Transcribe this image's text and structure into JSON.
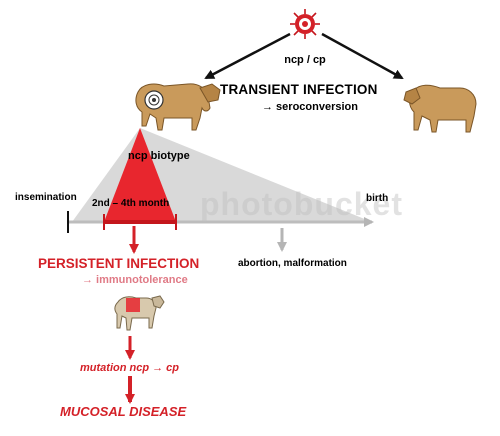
{
  "virus_label": "ncp / cp",
  "transient": {
    "title": "TRANSIENT INFECTION",
    "subtitle": "→ seroconversion"
  },
  "biotype_label": "ncp biotype",
  "timeline": {
    "start": "insemination",
    "end": "birth",
    "window": "2nd – 4th month"
  },
  "persistent": {
    "title": "PERSISTENT INFECTION",
    "subtitle": "→ immunotolerance"
  },
  "outcome_label": "abortion, malformation",
  "mutation_label": "mutation ncp → cp",
  "disease_label": "MUCOSAL DISEASE",
  "watermark": "photobucket",
  "colors": {
    "red": "#d42128",
    "pink": "#e07a86",
    "cow_tan": "#c99a5b",
    "gray_fan": "#d9d9d9"
  },
  "icons": [
    "virus-icon",
    "cow-icon",
    "calf-icon"
  ]
}
